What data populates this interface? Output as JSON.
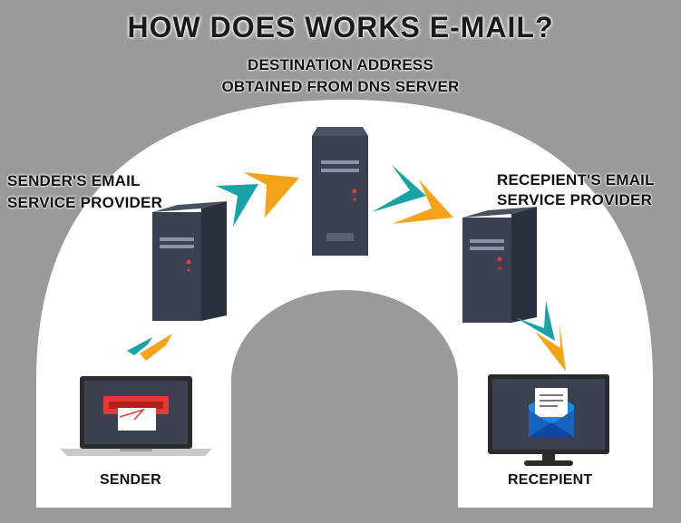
{
  "title": "HOW DOES WORKS E-MAIL?",
  "dns_label": {
    "line1": "DESTINATION ADDRESS",
    "line2": "OBTAINED FROM DNS SERVER"
  },
  "sender_provider": {
    "line1": "SENDER'S EMAIL",
    "line2": "SERVICE PROVIDER"
  },
  "recipient_provider": {
    "line1": "RECEPIENT'S EMAIL",
    "line2": "SERVICE PROVIDER"
  },
  "sender_label": "SENDER",
  "recipient_label": "RECEPIENT",
  "colors": {
    "background": "#9a9a9a",
    "arch": "#ffffff",
    "server_front": "#3a4150",
    "server_side": "#2a303c",
    "arrow_teal": "#1aa3a6",
    "arrow_orange": "#f5a31a",
    "led_red": "#e53935",
    "printer_red": "#e53935",
    "envelope_blue": "#1565c0"
  },
  "icons": [
    "laptop-icon",
    "server-icon",
    "monitor-icon",
    "printer-icon",
    "envelope-icon",
    "chevron-arrow-icon"
  ]
}
